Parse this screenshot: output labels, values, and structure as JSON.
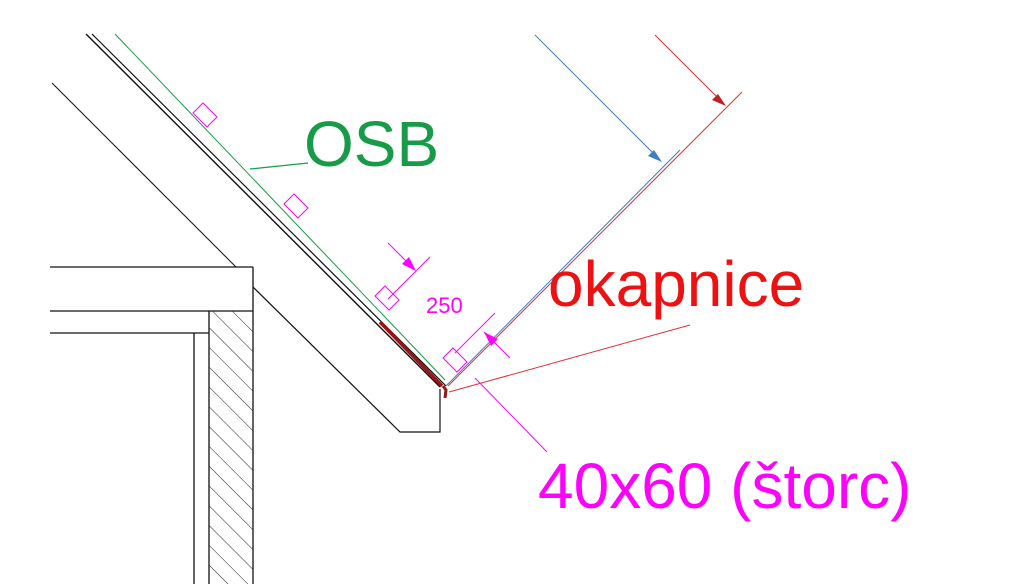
{
  "labels": {
    "osb": "OSB",
    "okapnice": "okapnice",
    "dimension": "250",
    "batten": "40x60 (štorc)"
  },
  "colors": {
    "osb": "#169c46",
    "okapnice": "#ee1111",
    "dimension": "#ff00ff",
    "flashing": "#9b1414",
    "blue_arrow": "#3b7fc4",
    "lines": "#111111"
  }
}
